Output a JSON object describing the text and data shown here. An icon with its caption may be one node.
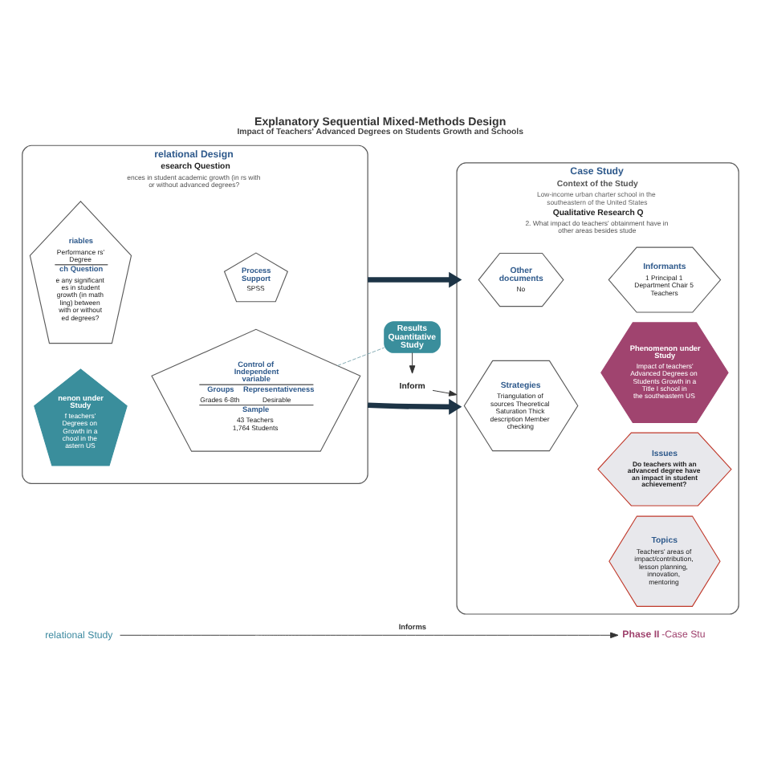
{
  "diagram": {
    "title": "Explanatory Sequential Mixed-Methods Design",
    "caption": "Impact of Teachers' Advanced Degrees on Students Growth and Schools",
    "nodes": [
      {
        "text": [
          "relational Design",
          "esearch Question",
          "ences in student academic growth (in rs with or without advanced degrees?"
        ]
      },
      {
        "text": [
          "riables",
          "Performance rs' Degree",
          "ch Question",
          "e any significant es in student growth (in math ling) between with or without ed degrees?"
        ],
        "in": 0
      },
      {
        "text": [
          "Process Support",
          "SPSS"
        ],
        "in": 0
      },
      {
        "text": [
          "nenon under Study",
          "f teachers' Degrees on Growth in a chool in the astern US"
        ],
        "in": 0
      },
      {
        "text": [
          "Control of Independent variable",
          "Groups",
          "Representativeness",
          "Grades 6-8th",
          "Desirable",
          "Sample",
          "43 Teachers 1,764 Students"
        ],
        "in": 0
      },
      {
        "text": [
          "Results Quantitative Study"
        ]
      },
      {
        "text": [
          "Inform"
        ]
      },
      {
        "text": [
          "Case Study",
          "Context of the Study",
          "Low-income urban charter school in the southeastern of the United States",
          "Qualitative Research Q",
          "2. What impact do teachers' obtainment have in other areas besides stude"
        ]
      },
      {
        "text": [
          "Informants",
          "1 Principal 1 Department Chair 5 Teachers"
        ],
        "in": 7
      },
      {
        "text": [
          "Other documents",
          "No"
        ],
        "in": 7
      },
      {
        "text": [
          "Phenomenon under Study",
          "Impact of teachers' Advanced Degrees on Students Growth in a Title I school in the southeastern US"
        ],
        "in": 7
      },
      {
        "text": [
          "Strategies",
          "Triangulation of sources Theoretical Saturation Thick description Member checking"
        ],
        "in": 7
      },
      {
        "text": [
          "Issues",
          "Do teachers with an advanced degree have an impact in student achievement?"
        ],
        "in": 7
      },
      {
        "text": [
          "Topics",
          "Teachers' areas of impact/contribution, lesson planning, innovation, mentoring"
        ],
        "in": 7
      },
      {
        "text": [
          "relational Study"
        ]
      },
      {
        "text": [
          "**Phase II**-Case Stu"
        ]
      }
    ],
    "edges": [
      {
        "from": 0,
        "to": 7,
        "arrow": "to",
        "style": "thick",
        "color": "#1d3446"
      },
      {
        "from": 4,
        "to": 5,
        "arrow": "none",
        "style": "dashed",
        "color": "#7fa7b0"
      },
      {
        "from": 5,
        "to": 6,
        "arrow": "to"
      },
      {
        "from": 6,
        "to": 7,
        "arrow": "to"
      },
      {
        "from": 0,
        "to": 7,
        "arrow": "to",
        "style": "thick",
        "color": "#1d3446"
      },
      {
        "from": 14,
        "to": 15,
        "arrow": "to",
        "label": "Informs"
      }
    ]
  }
}
